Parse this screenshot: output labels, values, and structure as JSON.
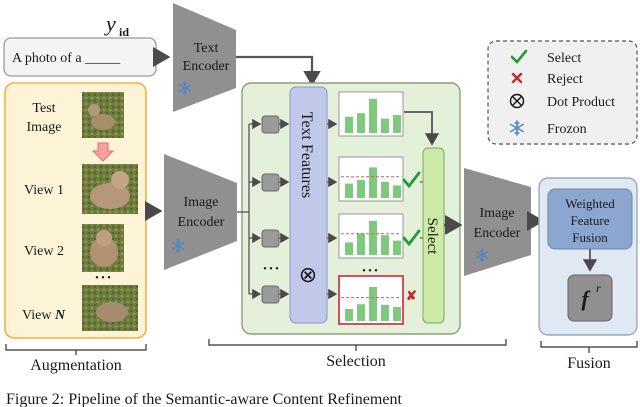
{
  "prompt": {
    "label_symbol": "y",
    "label_subscript": "id",
    "text": "A photo of  a  _____"
  },
  "text_encoder": {
    "line1": "Text",
    "line2": "Encoder"
  },
  "augmentation": {
    "views": [
      {
        "line1": "Test",
        "line2": "Image"
      },
      {
        "line1": "View 1",
        "line2": ""
      },
      {
        "line1": "View 2",
        "line2": ""
      },
      {
        "line1": "View ",
        "line2": "N"
      }
    ],
    "ellipsis": "• • •",
    "caption": "Augmentation"
  },
  "image_encoder_left": {
    "line1": "Image",
    "line2": "Encoder"
  },
  "selection": {
    "text_features": "Text Features",
    "dot_product_symbol": "⊗",
    "select_label": "Select",
    "ellipsis_left": "• • •",
    "ellipsis_hist": "• • •",
    "reject_mark": "✘",
    "caption": "Selection"
  },
  "image_encoder_right": {
    "line1": "Image",
    "line2": "Encoder"
  },
  "fusion": {
    "box_line1": "Weighted",
    "box_line2": "Feature",
    "box_line3": "Fusion",
    "f_symbol": "f",
    "f_sup": "r",
    "caption": "Fusion"
  },
  "legend": {
    "items": [
      {
        "icon": "check-icon",
        "label": "Select"
      },
      {
        "icon": "cross-icon",
        "label": "Reject"
      },
      {
        "icon": "dot-product-icon",
        "label": "Dot Product"
      },
      {
        "icon": "snowflake-icon",
        "label": "Frozon"
      }
    ]
  },
  "figure_caption": "Figure 2:   Pipeline  of  the  Semantic-aware  Content  Refinement",
  "colors": {
    "aug_fill": "#fdf3d6",
    "aug_border": "#f3b23d",
    "sel_fill": "#e4f0d9",
    "sel_border": "#8aa07a",
    "fus_fill": "#dfe8f3",
    "fus_border": "#9aaabd",
    "encoder": "#909090",
    "text_features": "#c2c8ea",
    "select_box": "#cdeaa8",
    "bar": "#7fc97f",
    "check": "#1f9d2f",
    "cross": "#c62828",
    "reject_border": "#d8394f",
    "weighted": "#8ba7cf",
    "snow": "#4b86c6"
  }
}
